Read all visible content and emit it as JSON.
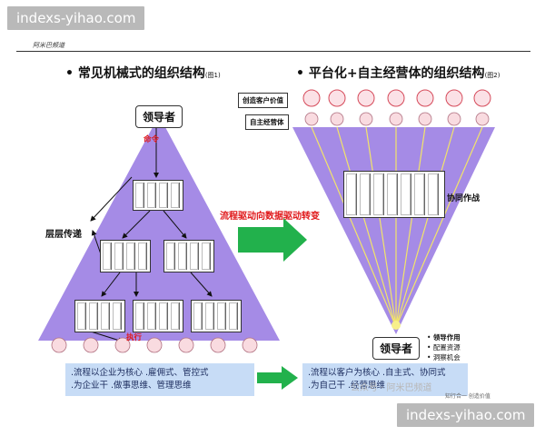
{
  "watermark_top": "indexs-yihao.com",
  "watermark_bottom": "indexs-yihao.com",
  "header_small": "阿米巴频道",
  "left": {
    "title_prefix": "• 常见机械式的",
    "title_strong": "组织结构",
    "fig_label": "(图1)",
    "leader": "领导者",
    "command": "命令",
    "side_label": "层层传递",
    "execute": "执行",
    "blue_text_1": ".流程以企业为核心 .雇佣式、管控式",
    "blue_text_2": ".为企业干 .做事思维、管理思维"
  },
  "center": {
    "arrow_label": "流程驱动向数据驱动转变"
  },
  "right": {
    "title_prefix": "• 平台化+自主",
    "title_strong": "经营体的组织结构",
    "fig_label": "(图2)",
    "box_value": "创造客户价值",
    "box_self": "自主经营体",
    "collab": "协同作战",
    "leader": "领导者",
    "bullets": [
      "领导作用",
      "配置资源",
      "洞察机会"
    ],
    "blue_text_1": ".流程以客户为核心 .自主式、协同式",
    "blue_text_2": ".为自己干 .经营思维",
    "wechat_mark": "公众号 · 阿米巴频道",
    "footer_small": "知行合一  创造价值"
  },
  "colors": {
    "triangle": "#a58be6",
    "arrow": "#22b14c",
    "red": "#e0191b",
    "blue_box": "#c7dcf6",
    "face": "#f6b9c2"
  }
}
